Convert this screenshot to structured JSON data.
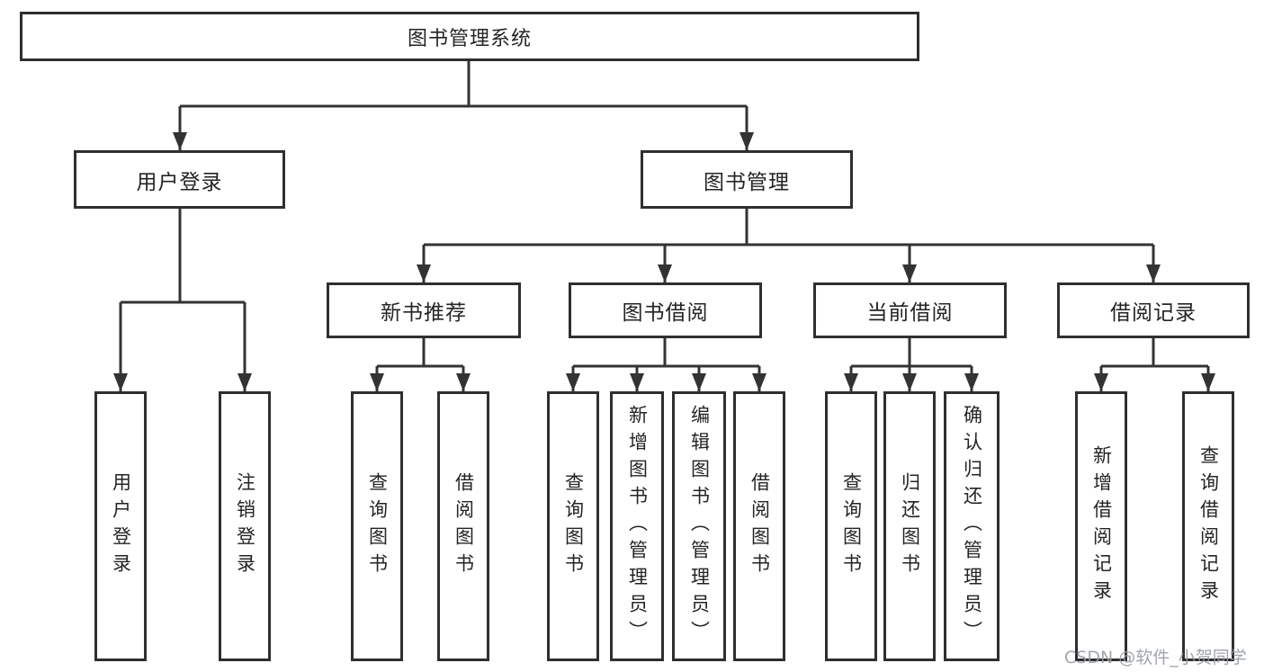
{
  "diagram": {
    "root": {
      "label": "图书管理系统"
    },
    "branches": [
      {
        "label": "用户登录",
        "children": [
          {
            "label": "用户登录"
          },
          {
            "label": "注销登录"
          }
        ]
      },
      {
        "label": "图书管理",
        "children": [
          {
            "label": "新书推荐",
            "children": [
              {
                "label": "查询图书"
              },
              {
                "label": "借阅图书"
              }
            ]
          },
          {
            "label": "图书借阅",
            "children": [
              {
                "label": "查询图书"
              },
              {
                "label": "新增图书（管理员）"
              },
              {
                "label": "编辑图书（管理员）"
              },
              {
                "label": "借阅图书"
              }
            ]
          },
          {
            "label": "当前借阅",
            "children": [
              {
                "label": "查询图书"
              },
              {
                "label": "归还图书"
              },
              {
                "label": "确认归还（管理员）"
              }
            ]
          },
          {
            "label": "借阅记录",
            "children": [
              {
                "label": "新增借阅记录"
              },
              {
                "label": "查询借阅记录"
              }
            ]
          }
        ]
      }
    ],
    "colors": {
      "line": "#333333",
      "box_border": "#2f2f2f",
      "text": "#242424",
      "background": "#ffffff"
    }
  },
  "watermark": {
    "text": "CSDN @软件_小贺同学",
    "color": "#969ba2"
  }
}
